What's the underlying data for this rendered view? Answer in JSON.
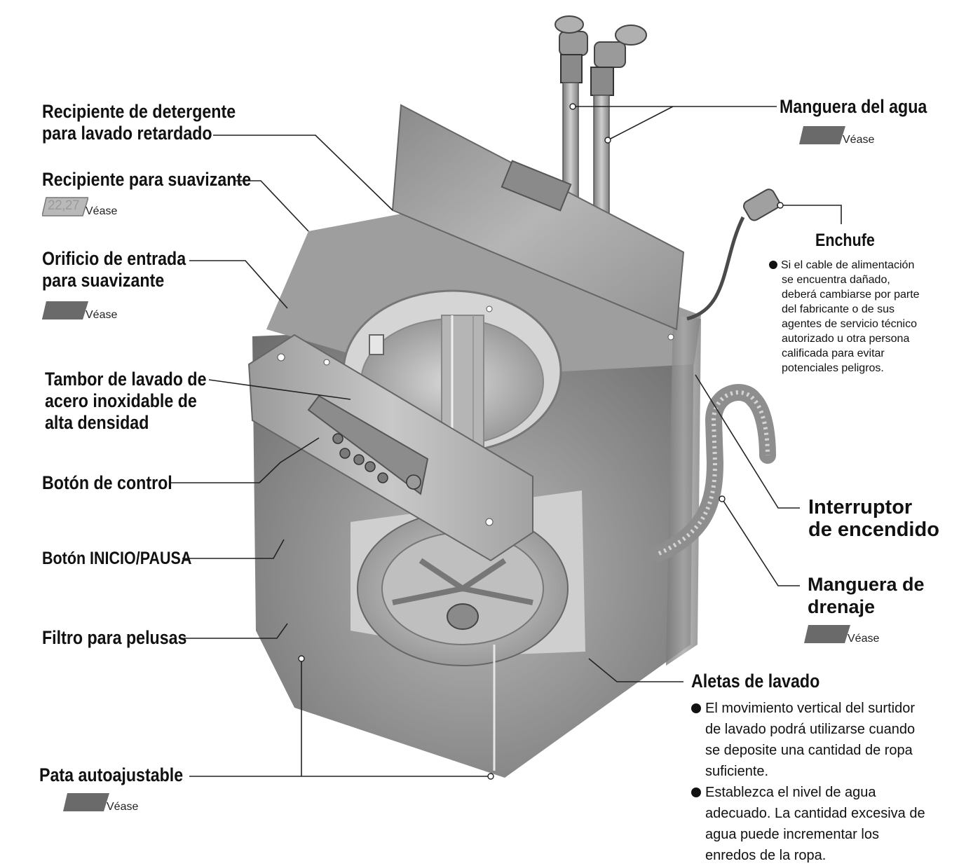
{
  "labels": {
    "detergent_dispenser": [
      "Recipiente de detergente",
      "para lavado retardado"
    ],
    "softener_dispenser": "Recipiente para suavizante",
    "softener_inlet": [
      "Orificio de entrada",
      "para suavizante"
    ],
    "drum": [
      "Tambor de lavado de",
      "acero inoxidable de",
      "alta densidad"
    ],
    "control_button": "Botón de control",
    "start_pause_button": "Botón INICIO/PAUSA",
    "lint_filter": "Filtro para pelusas",
    "leveling_leg": "Pata autoajustable",
    "water_hose": "Manguera del agua",
    "plug": "Enchufe",
    "power_switch": [
      "Interruptor",
      "de encendido"
    ],
    "drain_hose": [
      "Manguera de",
      "drenaje"
    ],
    "pulsator": "Aletas de lavado"
  },
  "references": {
    "softener_pages": "22,27",
    "see": "Véase"
  },
  "notes": {
    "plug": [
      "Si el cable de alimentación",
      "se encuentra dañado,",
      "deberá cambiarse por parte",
      "del fabricante o de sus",
      "agentes de servicio técnico",
      "autorizado u otra persona",
      "calificada para evitar",
      "potenciales peligros."
    ],
    "pulsator_1": [
      "El movimiento vertical del surtidor",
      "de lavado podrá utilizarse cuando",
      "se deposite una cantidad de ropa",
      "suficiente."
    ],
    "pulsator_2": [
      "Establezca el nivel de agua",
      "adecuado. La cantidad excesiva de",
      "agua puede incrementar los",
      "enredos de la ropa."
    ]
  },
  "colors": {
    "ink": "#111111",
    "machine_body": "#8c8c8c",
    "ref_tab": "#6f6f6f"
  }
}
